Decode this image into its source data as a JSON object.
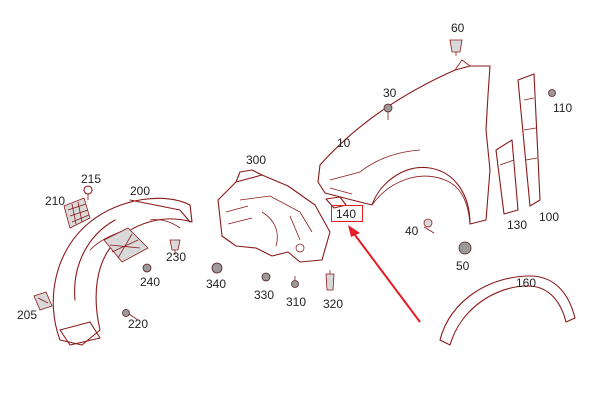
{
  "callouts": {
    "c10": "10",
    "c30": "30",
    "c40": "40",
    "c50": "50",
    "c60": "60",
    "c100": "100",
    "c110": "110",
    "c130": "130",
    "c140": "140",
    "c160": "160",
    "c200": "200",
    "c205": "205",
    "c210": "210",
    "c215": "215",
    "c220": "220",
    "c230": "230",
    "c240": "240",
    "c300": "300",
    "c310": "310",
    "c320": "320",
    "c330": "330",
    "c340": "340"
  },
  "colors": {
    "part_line": "#8b1a1a",
    "highlight": "#e31e24",
    "label_text": "#222222",
    "background": "#ffffff"
  },
  "highlight": {
    "part": "140"
  }
}
